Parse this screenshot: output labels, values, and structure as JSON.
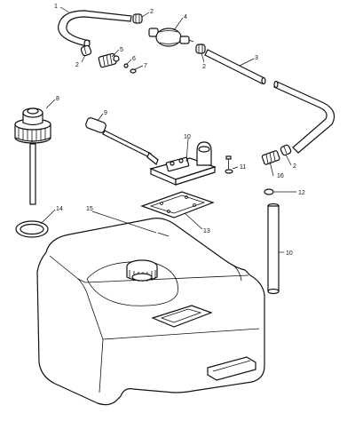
{
  "diagram": {
    "callouts": {
      "c1": "1",
      "c2a": "2",
      "c2b": "2",
      "c2c": "2",
      "c3": "3",
      "c4": "4",
      "c5": "5",
      "c6": "6",
      "c7": "7",
      "c8": "8",
      "c9": "9",
      "c10a": "10",
      "c10b": "10",
      "c11": "11",
      "c12": "12",
      "c13": "13",
      "c14": "14",
      "c15": "15",
      "c16": "16"
    }
  }
}
